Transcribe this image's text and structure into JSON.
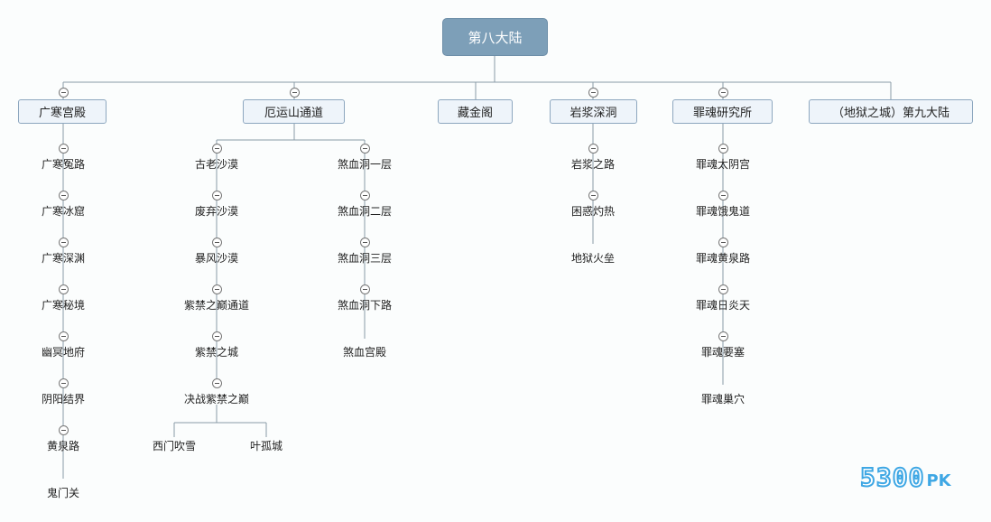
{
  "root": {
    "label": "第八大陆"
  },
  "branches": [
    {
      "label": "广寒宫殿"
    },
    {
      "label": "厄运山通道"
    },
    {
      "label": "藏金阁"
    },
    {
      "label": "岩浆深洞"
    },
    {
      "label": "罪魂研究所"
    },
    {
      "label": "（地狱之城）第九大陆"
    }
  ],
  "guanghan": [
    "广寒冤路",
    "广寒冰窟",
    "广寒深渊",
    "广寒秘境",
    "幽冥地府",
    "阴阳结界",
    "黄泉路",
    "鬼门关"
  ],
  "eyun_left": [
    "古老沙漠",
    "废弃沙漠",
    "暴风沙漠",
    "紫禁之巅通道",
    "紫禁之城",
    "决战紫禁之巅"
  ],
  "eyun_final": [
    "西门吹雪",
    "叶孤城"
  ],
  "eyun_right": [
    "煞血洞一层",
    "煞血洞二层",
    "煞血洞三层",
    "煞血洞下路",
    "煞血宫殿"
  ],
  "yanjiang": [
    "岩浆之路",
    "困惑灼热",
    "地狱火垒"
  ],
  "zuihun": [
    "罪魂太阴宫",
    "罪魂饿鬼道",
    "罪魂黄泉路",
    "罪魂日炎天",
    "罪魂要塞",
    "罪魂巢穴"
  ],
  "watermark": {
    "num": "5300",
    "pk": "PK"
  }
}
